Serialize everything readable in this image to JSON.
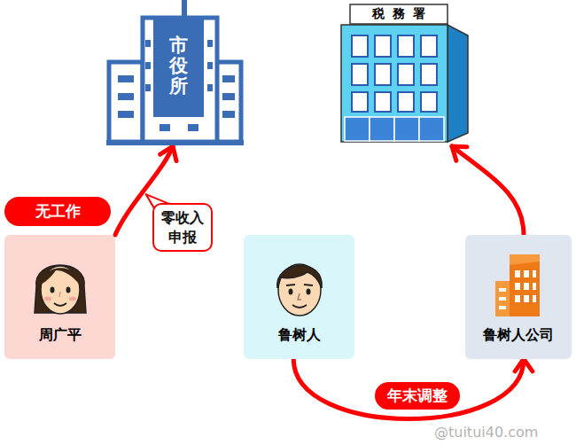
{
  "diagram": {
    "nodes": [
      {
        "text": [
          "市役所"
        ]
      },
      {
        "text": [
          "税務署"
        ]
      },
      {
        "text": [
          "无工作"
        ]
      },
      {
        "text": [
          "周广平"
        ]
      },
      {
        "text": [
          "鲁树人"
        ]
      },
      {
        "text": [
          "鲁树人公司"
        ]
      }
    ],
    "edges": [
      {
        "from": 3,
        "to": 0,
        "arrow": "to",
        "label": "零收入申报"
      },
      {
        "from": 4,
        "to": 5,
        "arrow": "to",
        "label": "年末调整"
      },
      {
        "from": 5,
        "to": 1,
        "arrow": "to"
      }
    ],
    "labels": [
      "@tuitui40.com"
    ]
  }
}
